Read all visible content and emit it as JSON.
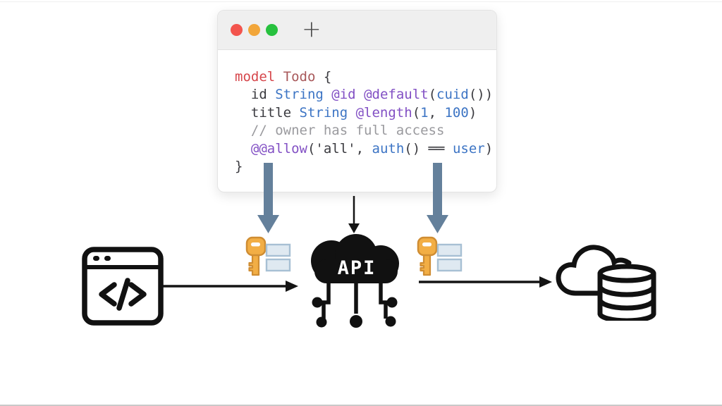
{
  "window": {
    "new_tab_label": "+",
    "controls": [
      "close",
      "minimize",
      "zoom"
    ],
    "code_lines": [
      [
        {
          "t": "model ",
          "c": "kw"
        },
        {
          "t": "Todo",
          "c": "type"
        },
        {
          "t": " {",
          "c": "pl"
        }
      ],
      [
        {
          "t": "  id ",
          "c": "pl"
        },
        {
          "t": "String",
          "c": "blue"
        },
        {
          "t": " ",
          "c": "pl"
        },
        {
          "t": "@id",
          "c": "purple"
        },
        {
          "t": " ",
          "c": "pl"
        },
        {
          "t": "@default",
          "c": "purple"
        },
        {
          "t": "(",
          "c": "pl"
        },
        {
          "t": "cuid",
          "c": "blue"
        },
        {
          "t": "())",
          "c": "pl"
        }
      ],
      [
        {
          "t": "  title ",
          "c": "pl"
        },
        {
          "t": "String",
          "c": "blue"
        },
        {
          "t": " ",
          "c": "pl"
        },
        {
          "t": "@length",
          "c": "purple"
        },
        {
          "t": "(",
          "c": "pl"
        },
        {
          "t": "1",
          "c": "blue"
        },
        {
          "t": ", ",
          "c": "pl"
        },
        {
          "t": "100",
          "c": "blue"
        },
        {
          "t": ")",
          "c": "pl"
        }
      ],
      [
        {
          "t": "  // owner has full access",
          "c": "comment"
        }
      ],
      [
        {
          "t": "  ",
          "c": "pl"
        },
        {
          "t": "@@allow",
          "c": "purple"
        },
        {
          "t": "(",
          "c": "pl"
        },
        {
          "t": "'all'",
          "c": "pl"
        },
        {
          "t": ", ",
          "c": "pl"
        },
        {
          "t": "auth",
          "c": "blue"
        },
        {
          "t": "() ",
          "c": "pl"
        },
        {
          "t": "══",
          "c": "pl"
        },
        {
          "t": " ",
          "c": "pl"
        },
        {
          "t": "user",
          "c": "blue"
        },
        {
          "t": ")",
          "c": "pl"
        }
      ],
      [
        {
          "t": "}",
          "c": "pl"
        }
      ]
    ]
  },
  "diagram": {
    "api_label": "API",
    "nodes": [
      "client-app",
      "auth-keys-left",
      "api-cloud",
      "auth-keys-right",
      "cloud-database"
    ],
    "edges": [
      "schema-to-left-auth",
      "schema-to-api",
      "schema-to-right-auth",
      "client-to-api",
      "api-to-database"
    ],
    "colors": {
      "accent_arrow": "#64809b",
      "key_gold": "#f2ae45",
      "key_outline": "#cf8d33",
      "field_fill": "#dfe9f1",
      "field_outline": "#a7c0d4",
      "keyword_red": "#d6464b",
      "model_name": "#a8585a",
      "code_blue": "#3c74c4",
      "code_purple": "#8250c4",
      "comment_gray": "#9a9a9e",
      "titlebar_red": "#f3544d",
      "titlebar_yellow": "#f2a63a",
      "titlebar_green": "#27c13e"
    }
  }
}
